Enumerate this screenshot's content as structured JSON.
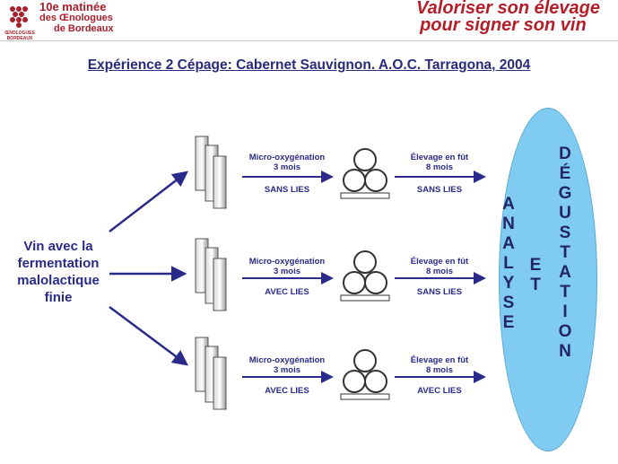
{
  "header": {
    "logo_line1": "10e matinée",
    "logo_line2": "des Œnologues",
    "logo_line3": "de Bordeaux",
    "logo_caption": "ŒNOLOGUES BORDEAUX",
    "title_line1": "Valoriser son élevage",
    "title_line2": "pour signer son vin"
  },
  "subtitle": "Expérience 2 Cépage: Cabernet Sauvignon. A.O.C. Tarragona, 2004",
  "source_label": [
    "Vin avec la",
    "fermentation",
    "malolactique",
    "finie"
  ],
  "rows": [
    {
      "step1_line1": "Micro-oxygénation",
      "step1_line2": "3 mois",
      "step1_lees": "SANS LIES",
      "step2_line1": "Élevage en fût",
      "step2_line2": "8 mois",
      "step2_lees": "SANS LIES"
    },
    {
      "step1_line1": "Micro-oxygénation",
      "step1_line2": "3 mois",
      "step1_lees": "AVEC LIES",
      "step2_line1": "Élevage en fût",
      "step2_line2": "8 mois",
      "step2_lees": "SANS LIES"
    },
    {
      "step1_line1": "Micro-oxygénation",
      "step1_line2": "3 mois",
      "step1_lees": "AVEC LIES",
      "step2_line1": "Élevage en fût",
      "step2_line2": "8 mois",
      "step2_lees": "AVEC LIES"
    }
  ],
  "outcome": {
    "word1": [
      "A",
      "N",
      "A",
      "L",
      "Y",
      "S",
      "E"
    ],
    "word2": [
      "E",
      "T"
    ],
    "word3": [
      "D",
      "É",
      "G",
      "U",
      "S",
      "T",
      "A",
      "T",
      "I",
      "O",
      "N"
    ]
  },
  "colors": {
    "accent_red": "#b41e28",
    "navy": "#2a2a8a",
    "oval": "#7fcbf1"
  }
}
